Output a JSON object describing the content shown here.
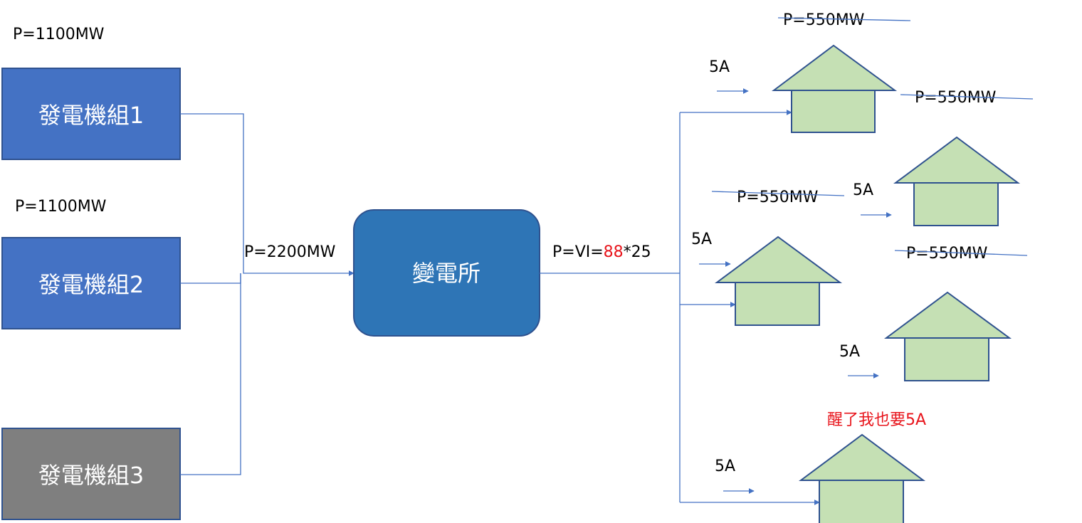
{
  "generators": [
    {
      "name": "發電機組1",
      "power": "P=1100MW",
      "color": "#4472c4"
    },
    {
      "name": "發電機組2",
      "power": "P=1100MW",
      "color": "#4472c4"
    },
    {
      "name": "發電機組3",
      "color": "#7f7f7f"
    }
  ],
  "total_power": "P=2200MW",
  "substation": {
    "name": "變電所",
    "color": "#2e75b6"
  },
  "output_formula": {
    "prefix": "P=VI=",
    "voltage": "88",
    "suffix": "*25"
  },
  "houses": [
    {
      "current": "5A",
      "power": "P=550MW"
    },
    {
      "current": "5A",
      "power": "P=550MW"
    },
    {
      "current": "5A",
      "power": "P=550MW"
    },
    {
      "current": "5A",
      "power": "P=550MW"
    },
    {
      "current": "5A"
    }
  ],
  "extra_house": {
    "note": "醒了我也要",
    "current": "5A"
  },
  "colors": {
    "wire": "#4472c4",
    "house_fill": "#c5e0b4",
    "house_stroke": "#2f528f",
    "alert": "#e8141b"
  }
}
